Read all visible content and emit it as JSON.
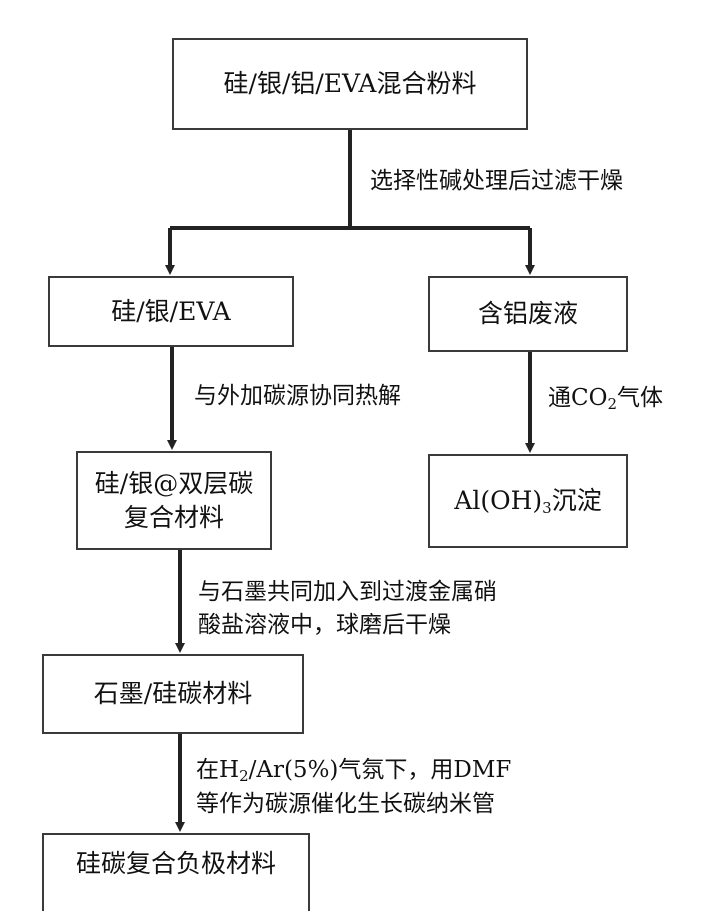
{
  "boxes": {
    "b1": "硅/银/铝/EVA混合粉料",
    "b2": "硅/银/EVA",
    "b3": "含铝废液",
    "b4_line1": "硅/银@双层碳",
    "b4_line2": "复合材料",
    "b5_pre": "Al(OH)",
    "b5_sub": "3",
    "b5_post": "沉淀",
    "b6": "石墨/硅碳材料",
    "b7": "硅碳复合负极材料"
  },
  "steps": {
    "s1": "选择性碱处理后过滤干燥",
    "s2": "与外加碳源协同热解",
    "s3_pre": "通CO",
    "s3_sub": "2",
    "s3_post": "气体",
    "s4_line1": "与石墨共同加入到过渡金属硝",
    "s4_line2": "酸盐溶液中，球磨后干燥",
    "s5_pre": "在H",
    "s5_sub": "2",
    "s5_post": "/Ar(5%)气氛下，用DMF",
    "s5_line2": "等作为碳源催化生长碳纳米管"
  }
}
